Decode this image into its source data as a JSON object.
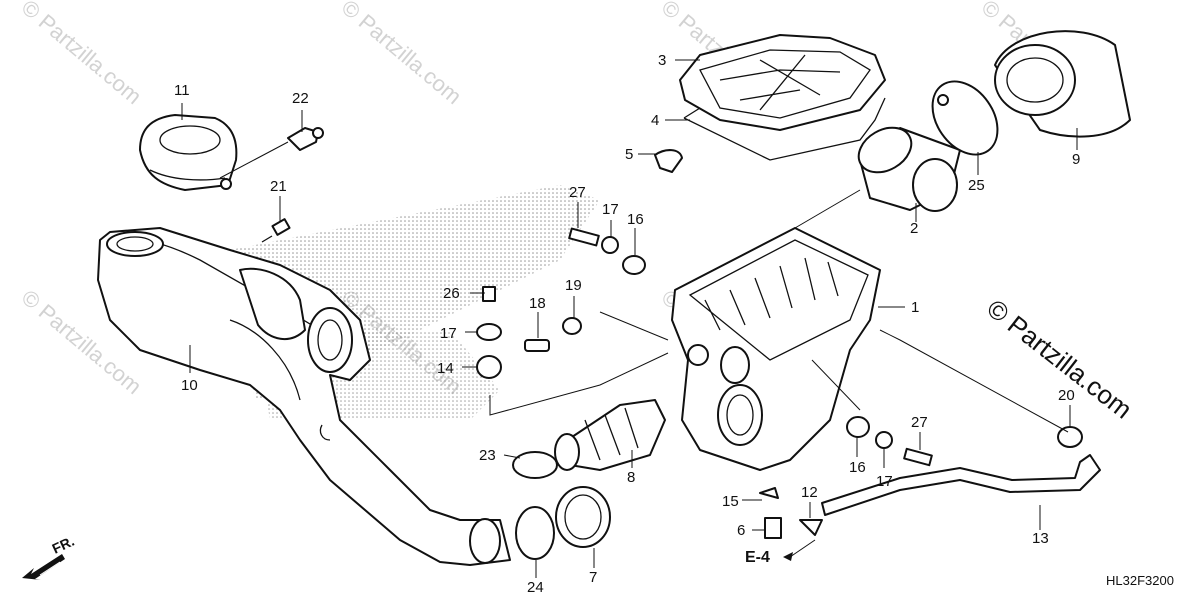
{
  "watermark_text": "© Partzilla.com",
  "brand_text": "© Partzilla.com",
  "diagram_code": "HL32F3200",
  "reference_label": "E-4",
  "direction_label": "FR.",
  "callouts": [
    {
      "id": "c1",
      "label": "1"
    },
    {
      "id": "c2",
      "label": "2"
    },
    {
      "id": "c3",
      "label": "3"
    },
    {
      "id": "c4",
      "label": "4"
    },
    {
      "id": "c5",
      "label": "5"
    },
    {
      "id": "c6",
      "label": "6"
    },
    {
      "id": "c7",
      "label": "7"
    },
    {
      "id": "c8",
      "label": "8"
    },
    {
      "id": "c9",
      "label": "9"
    },
    {
      "id": "c10",
      "label": "10"
    },
    {
      "id": "c11",
      "label": "11"
    },
    {
      "id": "c12",
      "label": "12"
    },
    {
      "id": "c13",
      "label": "13"
    },
    {
      "id": "c14",
      "label": "14"
    },
    {
      "id": "c15",
      "label": "15"
    },
    {
      "id": "c16a",
      "label": "16"
    },
    {
      "id": "c16b",
      "label": "16"
    },
    {
      "id": "c17a",
      "label": "17"
    },
    {
      "id": "c17b",
      "label": "17"
    },
    {
      "id": "c17c",
      "label": "17"
    },
    {
      "id": "c18",
      "label": "18"
    },
    {
      "id": "c19",
      "label": "19"
    },
    {
      "id": "c20",
      "label": "20"
    },
    {
      "id": "c21",
      "label": "21"
    },
    {
      "id": "c22",
      "label": "22"
    },
    {
      "id": "c23",
      "label": "23"
    },
    {
      "id": "c24",
      "label": "24"
    },
    {
      "id": "c25",
      "label": "25"
    },
    {
      "id": "c26",
      "label": "26"
    },
    {
      "id": "c27a",
      "label": "27"
    },
    {
      "id": "c27b",
      "label": "27"
    }
  ]
}
